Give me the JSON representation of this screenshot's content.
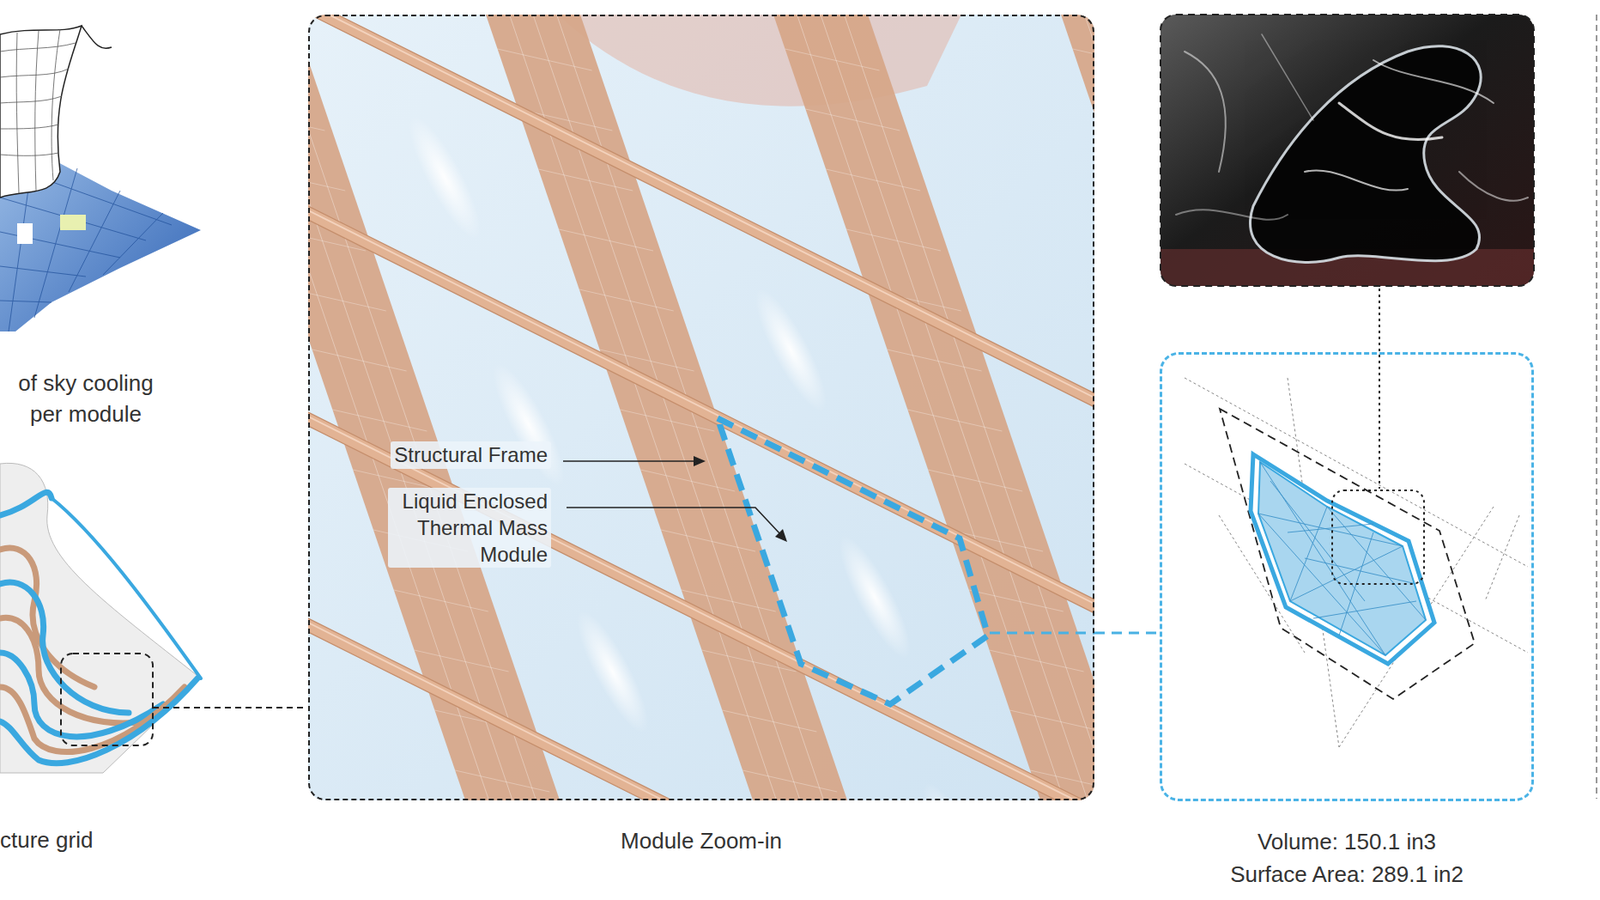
{
  "diagram": {
    "nodes": [
      {
        "text": [
          "Module Zoom-in"
        ]
      },
      {
        "text": [
          "Volume: 150.1 in3",
          "Surface Area: 289.1 in2"
        ]
      }
    ],
    "edges": [
      {
        "from": 0,
        "to": 1,
        "arrow": "none"
      }
    ],
    "labels": [
      "of sky cooling per module",
      "cture grid",
      "Structural Frame",
      "Liquid Enclosed Thermal Mass Module"
    ]
  }
}
